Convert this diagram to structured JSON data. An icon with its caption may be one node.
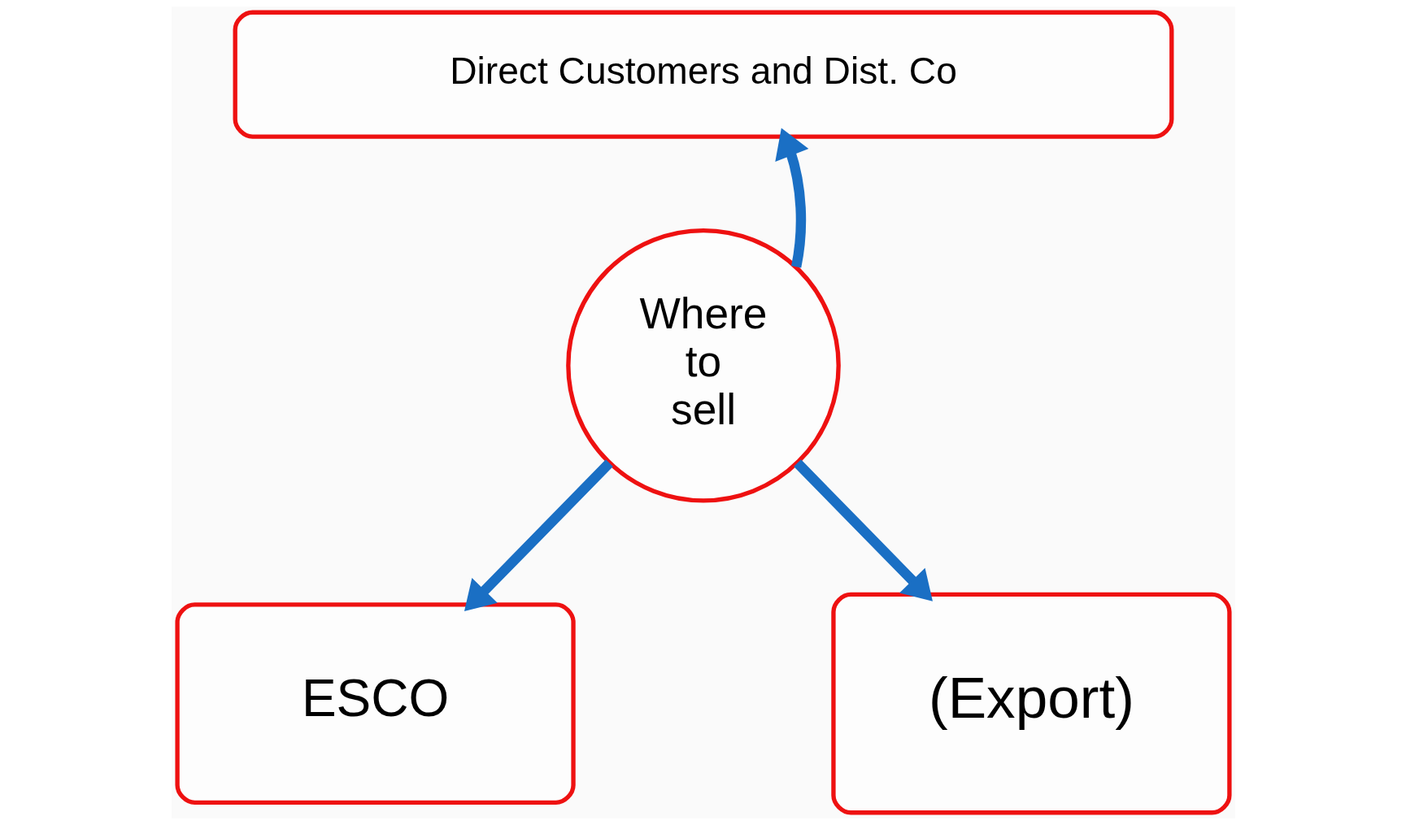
{
  "diagram": {
    "nodes": [
      {
        "text": [
          "Direct Customers and Dist. Co"
        ]
      },
      {
        "text": [
          "Where to sell"
        ]
      },
      {
        "text": [
          "ESCO"
        ]
      },
      {
        "text": [
          "(Export)"
        ]
      }
    ],
    "edges": [
      {
        "from": 1,
        "to": 0,
        "arrow": "to"
      },
      {
        "from": 1,
        "to": 2,
        "arrow": "to"
      },
      {
        "from": 1,
        "to": 3,
        "arrow": "to"
      }
    ]
  }
}
